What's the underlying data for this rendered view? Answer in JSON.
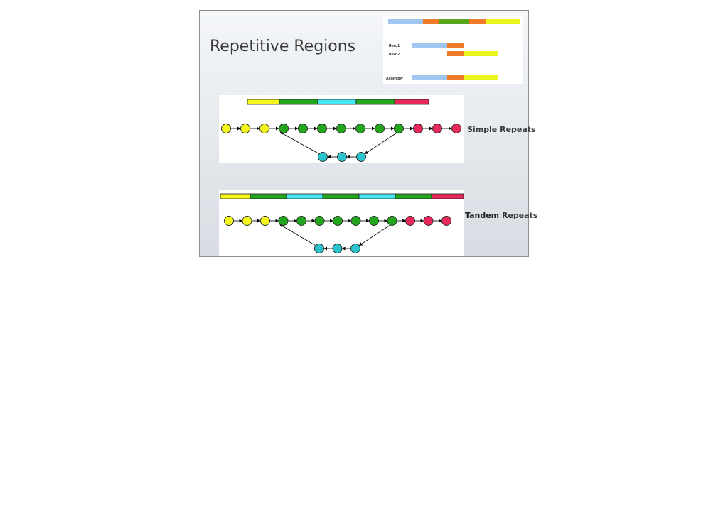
{
  "slide": {
    "title": "Repetitive Regions"
  },
  "inset": {
    "labels": {
      "read1": "Read1",
      "read2": "Read2",
      "assembly": "Assembly"
    },
    "colors": {
      "blue": "#9fc5f0",
      "orange": "#f07a28",
      "green": "#5aa51e",
      "yellow": "#e8f51e"
    }
  },
  "simple_repeats": {
    "caption_word1": "Simple",
    "caption_word2": "Repeats",
    "segments": [
      "yellow",
      "green",
      "cyan",
      "green",
      "red"
    ],
    "nodes_top": [
      "yellow",
      "yellow",
      "yellow",
      "green",
      "green",
      "green",
      "green",
      "green",
      "green",
      "green",
      "red",
      "red",
      "red"
    ],
    "nodes_loop": [
      "cyan",
      "cyan",
      "cyan"
    ]
  },
  "tandem_repeats": {
    "caption_word1": "Tandem",
    "caption_word2": "Repeats",
    "segments": [
      "yellow",
      "green",
      "cyan",
      "green",
      "cyan",
      "green",
      "red"
    ],
    "nodes_top": [
      "yellow",
      "yellow",
      "yellow",
      "green",
      "green",
      "green",
      "green",
      "green",
      "green",
      "green",
      "red",
      "red",
      "red"
    ],
    "nodes_loop": [
      "cyan",
      "cyan",
      "cyan"
    ]
  },
  "palette": {
    "yellow": "#f5f51e",
    "green": "#23a51e",
    "cyan": "#2dc3cd",
    "red": "#e6285a",
    "cyan_bar": "#46e6f0"
  }
}
